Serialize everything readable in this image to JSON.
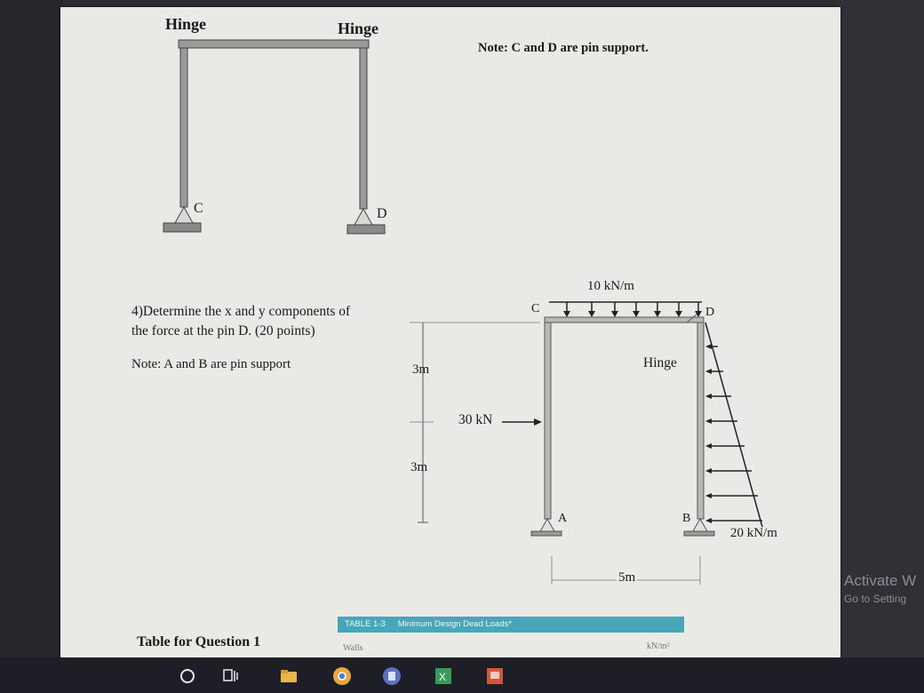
{
  "frame1": {
    "hinge_left": "Hinge",
    "hinge_right": "Hinge",
    "support_c": "C",
    "support_d": "D",
    "note": "Note: C and D are pin support."
  },
  "question": {
    "line1": "4)Determine the x and y components of",
    "line2": "the force at the pin D. (20 points)",
    "note": "Note: A and B are pin support"
  },
  "frame2": {
    "dist_load": "10 kN/m",
    "label_c": "C",
    "label_d": "D",
    "hinge": "Hinge",
    "dim_top": "3m",
    "force": "30 kN",
    "dim_bottom": "3m",
    "label_a": "A",
    "label_b": "B",
    "tri_load": "20 kN/m",
    "span": "5m"
  },
  "table": {
    "caption": "Table for Question 1",
    "label": "TABLE 1-3",
    "title": "Minimum Design Dead Loads*",
    "col1": "Walls",
    "col2": "kN/m²"
  },
  "watermark": {
    "line1": "Activate W",
    "line2": "Go to Setting"
  },
  "taskbar": {
    "items": [
      "start-circle",
      "task-view",
      "file-explorer",
      "chrome",
      "teams",
      "excel",
      "powerpoint"
    ]
  }
}
